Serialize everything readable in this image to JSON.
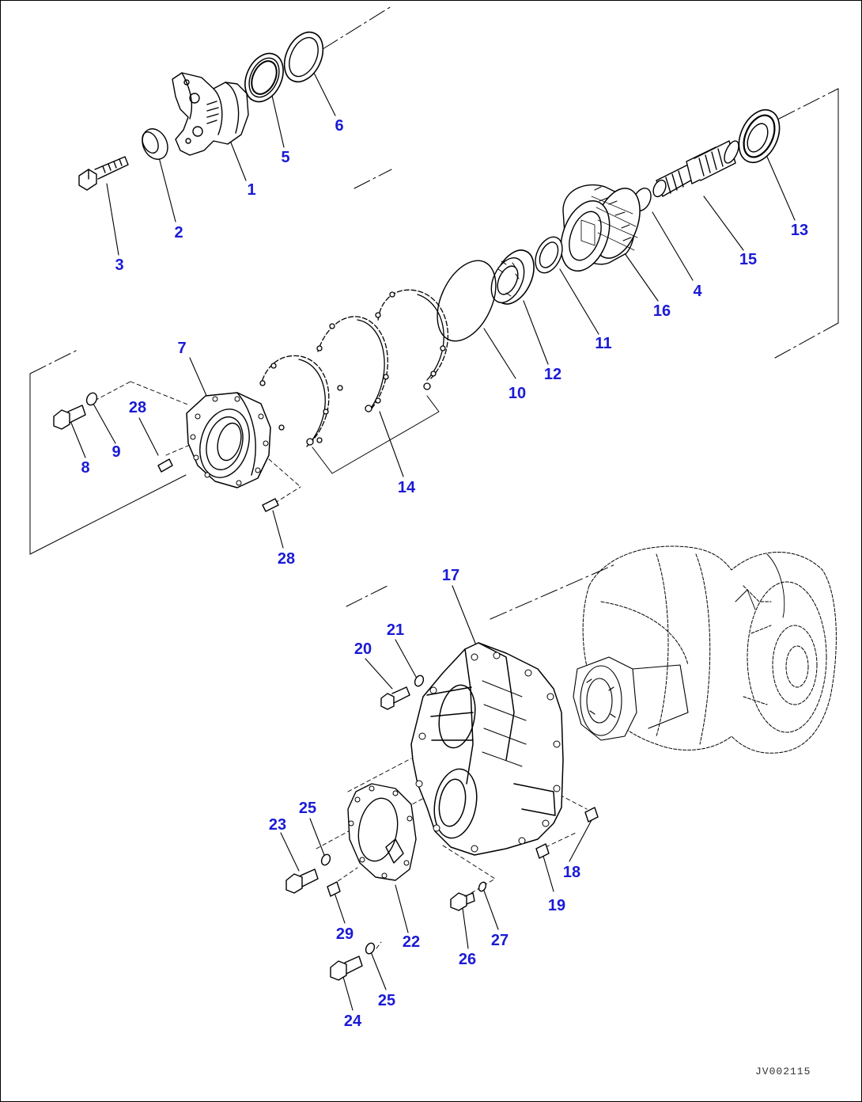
{
  "diagram": {
    "type": "exploded-parts-view",
    "figure_code": "JV002115",
    "callout_color": "#1a1ad6",
    "line_color": "#000000",
    "callouts": [
      {
        "id": "c1",
        "label": "1"
      },
      {
        "id": "c2",
        "label": "2"
      },
      {
        "id": "c3",
        "label": "3"
      },
      {
        "id": "c4",
        "label": "4"
      },
      {
        "id": "c5",
        "label": "5"
      },
      {
        "id": "c6",
        "label": "6"
      },
      {
        "id": "c7",
        "label": "7"
      },
      {
        "id": "c8",
        "label": "8"
      },
      {
        "id": "c9",
        "label": "9"
      },
      {
        "id": "c10",
        "label": "10"
      },
      {
        "id": "c11",
        "label": "11"
      },
      {
        "id": "c12",
        "label": "12"
      },
      {
        "id": "c13",
        "label": "13"
      },
      {
        "id": "c14",
        "label": "14"
      },
      {
        "id": "c15",
        "label": "15"
      },
      {
        "id": "c16",
        "label": "16"
      },
      {
        "id": "c17",
        "label": "17"
      },
      {
        "id": "c18",
        "label": "18"
      },
      {
        "id": "c19",
        "label": "19"
      },
      {
        "id": "c20",
        "label": "20"
      },
      {
        "id": "c21",
        "label": "21"
      },
      {
        "id": "c22",
        "label": "22"
      },
      {
        "id": "c23",
        "label": "23"
      },
      {
        "id": "c24",
        "label": "24"
      },
      {
        "id": "c25a",
        "label": "25"
      },
      {
        "id": "c25b",
        "label": "25"
      },
      {
        "id": "c26",
        "label": "26"
      },
      {
        "id": "c27",
        "label": "27"
      },
      {
        "id": "c28a",
        "label": "28"
      },
      {
        "id": "c28b",
        "label": "28"
      },
      {
        "id": "c29",
        "label": "29"
      }
    ]
  }
}
